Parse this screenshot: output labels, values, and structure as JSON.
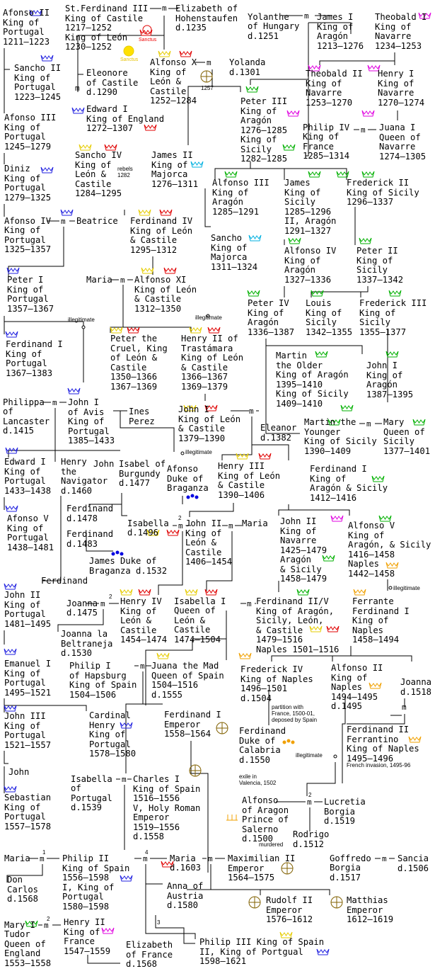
{
  "colors": {
    "portugal": "#2020e0",
    "castile": "#e6cc00",
    "leon": "#e00000",
    "aragon": "#00b000",
    "navarre": "#e000e0",
    "naples": "#f0a000",
    "majorca": "#00b0e0",
    "line": "#000000"
  },
  "people": {
    "afonso2": "Afonso II\nKing of\nPortugal\n1211–1223",
    "ferdinand3": "St.Ferdinand III\nKing of Castile\n1217–1252\nKing of León\n1230–1252",
    "elizabeth": "Elizabeth of\nHohenstaufen\nd.1235",
    "yolanthe": "Yolanthe",
    "yolanthe2": "of Hungary\nd.1251",
    "james1": "James I\nKing of\nAragón\n1213–1276",
    "theobald1": "Theobald I\nKing of\nNavarre\n1234–1253",
    "sancho2": "Sancho II\nKing of\nPortugal\n1223–1245",
    "eleonore": "Eleonore\nof Castile\nd.1290",
    "edward1": "Edward I\nKing of England\n1272–1307",
    "alfonso10": "Alfonso X\nKing of\nLeón &\nCastile\n1252–1284",
    "yolanda": "Yolanda\nd.1301",
    "theobald2": "Theobald II\nKing of\nNavarre\n1253–1270",
    "henry1nav": "Henry I\nKing of\nNavarre\n1270–1274",
    "afonso3": "Afonso III\nKing of\nPortugal\n1245–1279",
    "peter3": "Peter III\nKing of\nAragón\n1276–1285\nKing of\nSicily\n1282–1285",
    "philip4": "Philip IV",
    "philip4b": "King of\nFrance\n1285–1314",
    "juana1": "Juana I\nQueen of\nNavarre\n1274–1305",
    "diniz": "Diniz\nKing of\nPortugal\n1279–1325",
    "sancho4": "Sancho IV\nKing of\nLeón &\nCastile\n1284–1295",
    "james2": "James II\nKing of\nMajorca\n1276–1311",
    "alfonso3ar": "Alfonso III\nKing of\nAragón\n1285–1291",
    "james2ar": "James\nKing of\nSicily\n1285–1296\nII, Aragón\n1291–1327",
    "frederick2": "Frederick II\nKing of Sicily\n1296–1337",
    "afonso4": "Afonso IV",
    "beatrice": "Beatrice",
    "afonso4b": "King of\nPortugal\n1325–1357",
    "ferdinand4": "Ferdinand IV\nKing of León\n& Castile\n1295–1312",
    "sanchomaj": "Sancho\nKing of\nMajorca\n1311–1324",
    "alfonso4ar": "Alfonso IV\nKing of\nAragón\n1327–1336",
    "peter2sic": "Peter II\nKing of\nSicily\n1337–1342",
    "peter1": "Peter I\nKing of\nPortugal\n1357–1367",
    "maria1": "Maria",
    "alfonso11": "Alfonso XI\nKing of León\n& Castile\n1312–1350",
    "peter4": "Peter IV\nKing of\nAragón\n1336–1387",
    "louis": "Louis\nKing of\nSicily\n1342–1355",
    "frederick3": "Frederick III\nKing of\nSicily\n1355–1377",
    "ferdinand1pt": "Ferdinand I\nKing of\nPortugal\n1367–1383",
    "petercruel": "Peter the\nCruel, King\nof León &\nCastile\n1350–1366\n1367–1369",
    "henry2": "Henry II of\nTrastámara\nKing of León\n& Castile\n1366–1367\n1369–1379",
    "martinolder": "Martin\nthe Older\nKing of Aragón\n1395–1410\nKing of Sicily\n1409–1410",
    "john1ar": "John I\nKing of\nAragón\n1387–1395",
    "philippa": "Philippa",
    "philippa2": "of\nLancaster\nd.1415",
    "john1avis": "John I\nof Avis\nKing of\nPortugal\n1385–1433",
    "ines": "Ines\nPerez",
    "john1cas": "John I\nKing of León\n& Castile\n1379–1390",
    "eleanor": "Eleanor\nd.1382",
    "martinyounger": "Martin the\nYounger\nKing of Sicily\n1390–1409",
    "marysic": "Mary\nQueen of\nSicily\n1377–1401",
    "edward1pt": "Edward I\nKing of\nPortugal\n1433–1438",
    "henrynav": "Henry\nthe\nNavigator\nd.1460",
    "john_pt": "John",
    "isabelburg": "Isabel of\nBurgundy\nd.1477",
    "afonsobrag": "Afonso\nDuke of\nBraganza",
    "henry3": "Henry III\nKing of León\n& Castile\n1390–1406",
    "ferdinand1ar": "Ferdinand I\nKing of\nAragón & Sicily\n1412–1416",
    "afonso5": "Afonso V\nKing of\nPortugal\n1438–1481",
    "ferdinand1478": "Ferdinand\nd.1478",
    "ferdinand1483": "Ferdinand\nd.1483",
    "isabella1496": "Isabella",
    "isabella1496b": "d.1496",
    "john2cas": "John II\nKing of\nLeón &\nCastile\n1406–1454",
    "maria2": "Maria",
    "john2nav": "John II\nKing of\nNavarre\n1425–1479\nAragón\n& Sicily\n1458–1479",
    "alfonso5ar": "Alfonso V\nKing of\nAragón, & Sicily\n1416–1458\nNaples\n1442–1458",
    "jamesbrag": "James Duke of\nBraganza d.1532",
    "ferdinandpt": "Ferdinand",
    "john2pt": "John II\nKing of\nPortugal\n1481–1495",
    "joanna1475": "Joanna",
    "joanna1475b": "d.1475",
    "henry4": "Henry IV\nKing of\nLeón &\nCastile\n1454–1474",
    "isabella1": "Isabella I",
    "isabella1b": "Queen of\nLeón &\nCastile\n1474–1504",
    "ferdinand2": "Ferdinand II/V\nKing of Aragón,\nSicily, León,\n& Castile\n1479–1516\nNaples 1501–1516",
    "ferrante": "Ferrante\nFerdinand I\nKing of\nNaples\n1458–1494",
    "joannabelt": "Joanna la\nBeltraneja\nd.1530",
    "emanuel": "Emanuel I\nKing of\nPortugal\n1495–1521",
    "philip1": "Philip I\nof Hapsburg\nKing of Spain\n1504–1506",
    "juana": "Juana the Mad\nQueen of Spain\n1504–1516\nd.1555",
    "frederick4": "Frederick IV\nKing of Naples\n1496–1501\nd.1504",
    "alfonso2nap": "Alfonso II\nKing of\nNaples\n1494–1495\nd.1495",
    "joanna1518": "Joanna\nd.1518",
    "john3": "John III\nKing of\nPortugal\n1521–1557",
    "cardhenry": "Cardinal\nHenry\nKing of\nPortugal\n1578–1580",
    "ferdinand1emp": "Ferdinand I\nEmperor\n1558–1564",
    "ferdinandcal": "Ferdinand\nDuke of\nCalabria\nd.1550",
    "ferdinand2nap": "Ferdinand II\nFerrantino\nKing of Naples\n1495–1496",
    "john_jr": "John",
    "sebastian": "Sebastian\nKing of\nPortugal\n1557–1578",
    "isabellapt": "Isabella",
    "isabellapt2": "of\nPortugal\nd.1539",
    "charles1": "Charles I\nKing of Spain\n1516–1556\nV, Holy Roman\nEmperor\n1519–1556\nd.1558",
    "alfonsoara": "Alfonso\nof Aragon\nPrince of\nSalerno\nd.1500",
    "lucretia": "Lucretia\nBorgia\nd.1519",
    "rodrigo": "Rodrigo\nd.1512",
    "maria3": "Maria",
    "doncarlos": "Don\nCarlos\nd.1568",
    "philip2": "Philip II\nKing of Spain\n1556–1598\nI, King of\nPortugal\n1580–1598",
    "maria1603": "Maria",
    "maria1603b": "d.1603",
    "maximilian": "Maximilian II\nEmperor\n1564–1575",
    "goffredo": "Goffredo",
    "goffredob": "Borgia\nd.1517",
    "sancia": "Sancia\nd.1506",
    "anna": "Anna of\nAustria\nd.1580",
    "rudolf": "Rudolf II\nEmperor\n1576–1612",
    "matthias": "Matthias\nEmperor\n1612–1619",
    "marytudor": "Mary I",
    "marytudorb": "Tudor\nQueen of\nEngland\n1553–1558",
    "henry2fr": "Henry II\nKing of\nFrance\n1547–1559",
    "elizabethfr": "Elizabeth\nof France\nd.1568",
    "philip3": "Philip III King of Spain\nII, King of Portgual\n1598–1621"
  },
  "notes": {
    "sanctus": "Sanctus",
    "sanctus2": "Sanctus",
    "year1257": "1257",
    "rebels": "rebels\n1282",
    "illegit1": "illegitimate",
    "illegit2": "illegitimate",
    "illegit3": "illegitimate",
    "illegit4": "illegitimate",
    "illegit5": "illegitimate",
    "partition": "partition with\nFrance, 1500-01,\ndeposed by Spain",
    "exile": "exile in\nValencia, 1502",
    "frenchinv": "French invasion, 1495-96",
    "murdered": "murdered"
  },
  "marriage_symbol": "m",
  "marriage_numbers": {
    "n2a": "2",
    "n2b": "2",
    "n2c": "2",
    "n2d": "2",
    "n2e": "2",
    "n1": "1",
    "n4": "4",
    "n3": "3"
  }
}
